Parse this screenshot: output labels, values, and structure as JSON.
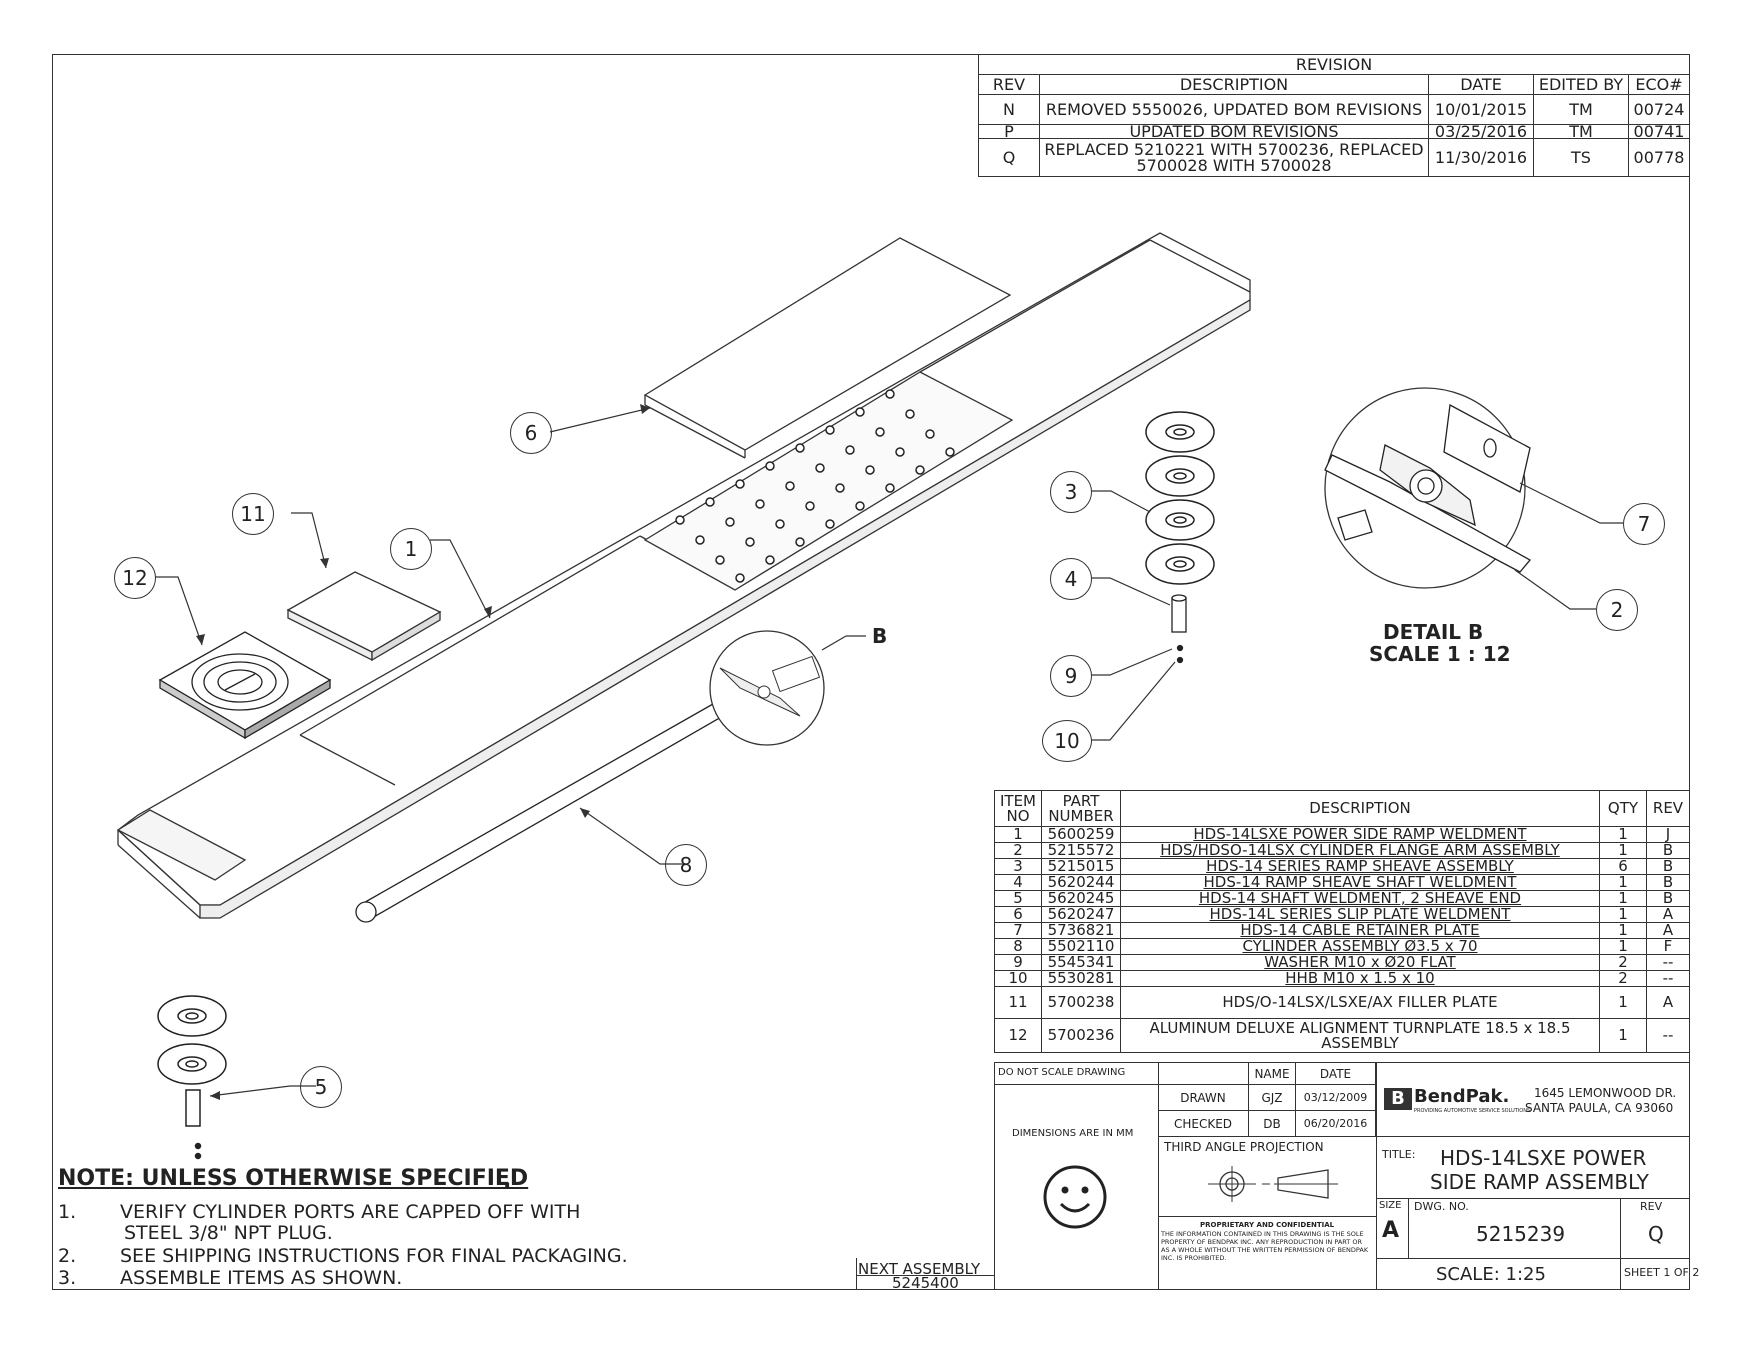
{
  "revision_table": {
    "title": "REVISION",
    "headers": [
      "REV",
      "DESCRIPTION",
      "DATE",
      "EDITED BY",
      "ECO#"
    ],
    "rows": [
      {
        "rev": "N",
        "description": "REMOVED 5550026, UPDATED BOM REVISIONS",
        "date": "10/01/2015",
        "edited_by": "TM",
        "eco": "00724"
      },
      {
        "rev": "P",
        "description": "UPDATED BOM REVISIONS",
        "date": "03/25/2016",
        "edited_by": "TM",
        "eco": "00741"
      },
      {
        "rev": "Q",
        "description": "REPLACED 5210221 WITH 5700236, REPLACED 5700028 WITH 5700028",
        "date": "11/30/2016",
        "edited_by": "TS",
        "eco": "00778"
      }
    ]
  },
  "callouts": [
    "1",
    "2",
    "3",
    "4",
    "5",
    "6",
    "7",
    "8",
    "9",
    "10",
    "11",
    "12"
  ],
  "detail_label": "B",
  "detail_title": "DETAIL B",
  "detail_scale": "SCALE 1 : 12",
  "bom": {
    "headers": {
      "item": "ITEM NO",
      "part": "PART NUMBER",
      "description": "DESCRIPTION",
      "qty": "QTY",
      "rev": "REV"
    },
    "rows": [
      {
        "item": "1",
        "part": "5600259",
        "description": "HDS-14LSXE POWER SIDE RAMP WELDMENT",
        "qty": "1",
        "rev": "J"
      },
      {
        "item": "2",
        "part": "5215572",
        "description": "HDS/HDSO-14LSX CYLINDER FLANGE ARM ASSEMBLY",
        "qty": "1",
        "rev": "B"
      },
      {
        "item": "3",
        "part": "5215015",
        "description": "HDS-14 SERIES RAMP SHEAVE ASSEMBLY",
        "qty": "6",
        "rev": "B"
      },
      {
        "item": "4",
        "part": "5620244",
        "description": "HDS-14 RAMP SHEAVE SHAFT WELDMENT",
        "qty": "1",
        "rev": "B"
      },
      {
        "item": "5",
        "part": "5620245",
        "description": "HDS-14 SHAFT WELDMENT, 2 SHEAVE END",
        "qty": "1",
        "rev": "B"
      },
      {
        "item": "6",
        "part": "5620247",
        "description": "HDS-14L SERIES SLIP PLATE WELDMENT",
        "qty": "1",
        "rev": "A"
      },
      {
        "item": "7",
        "part": "5736821",
        "description": "HDS-14 CABLE RETAINER PLATE",
        "qty": "1",
        "rev": "A"
      },
      {
        "item": "8",
        "part": "5502110",
        "description": "CYLINDER ASSEMBLY Ø3.5 x 70",
        "qty": "1",
        "rev": "F"
      },
      {
        "item": "9",
        "part": "5545341",
        "description": "WASHER M10 x Ø20 FLAT",
        "qty": "2",
        "rev": "--"
      },
      {
        "item": "10",
        "part": "5530281",
        "description": "HHB M10 x 1.5 x 10",
        "qty": "2",
        "rev": "--"
      },
      {
        "item": "11",
        "part": "5700238",
        "description": "HDS/O-14LSX/LSXE/AX FILLER PLATE",
        "qty": "1",
        "rev": "A"
      },
      {
        "item": "12",
        "part": "5700236",
        "description": "ALUMINUM DELUXE ALIGNMENT TURNPLATE 18.5 x 18.5 ASSEMBLY",
        "qty": "1",
        "rev": "--"
      }
    ]
  },
  "title_block": {
    "do_not_scale": "DO NOT SCALE DRAWING",
    "dimensions_note": "DIMENSIONS ARE IN MM",
    "name_header": "NAME",
    "date_header": "DATE",
    "drawn_label": "DRAWN",
    "drawn_name": "GJZ",
    "drawn_date": "03/12/2009",
    "checked_label": "CHECKED",
    "checked_name": "DB",
    "checked_date": "06/20/2016",
    "projection": "THIRD ANGLE PROJECTION",
    "proprietary_title": "PROPRIETARY AND CONFIDENTIAL",
    "proprietary_text": "THE INFORMATION CONTAINED IN THIS DRAWING IS THE SOLE PROPERTY OF BENDPAK INC. ANY REPRODUCTION IN PART OR AS A WHOLE WITHOUT THE WRITTEN PERMISSION OF BENDPAK INC. IS PROHIBITED.",
    "company_name": "BendPak.",
    "company_tagline": "PROVIDING AUTOMOTIVE SERVICE SOLUTIONS",
    "address_line1": "1645 LEMONWOOD DR.",
    "address_line2": "SANTA PAULA, CA 93060",
    "title_label": "TITLE:",
    "title_line1": "HDS-14LSXE POWER",
    "title_line2": "SIDE RAMP ASSEMBLY",
    "size_label": "SIZE",
    "size": "A",
    "dwg_no_label": "DWG. NO.",
    "dwg_no": "5215239",
    "rev_label": "REV",
    "rev": "Q",
    "scale": "SCALE: 1:25",
    "sheet": "SHEET 1 OF 2"
  },
  "next_assembly": {
    "label": "NEXT ASSEMBLY",
    "number": "5245400"
  },
  "notes": {
    "title": "NOTE: UNLESS OTHERWISE SPECIFIED",
    "items": [
      {
        "num": "1.",
        "text": "VERIFY CYLINDER PORTS ARE CAPPED OFF WITH",
        "text2": "STEEL 3/8\" NPT PLUG."
      },
      {
        "num": "2.",
        "text": "SEE SHIPPING INSTRUCTIONS FOR FINAL PACKAGING."
      },
      {
        "num": "3.",
        "text": "ASSEMBLE ITEMS AS SHOWN."
      }
    ]
  }
}
